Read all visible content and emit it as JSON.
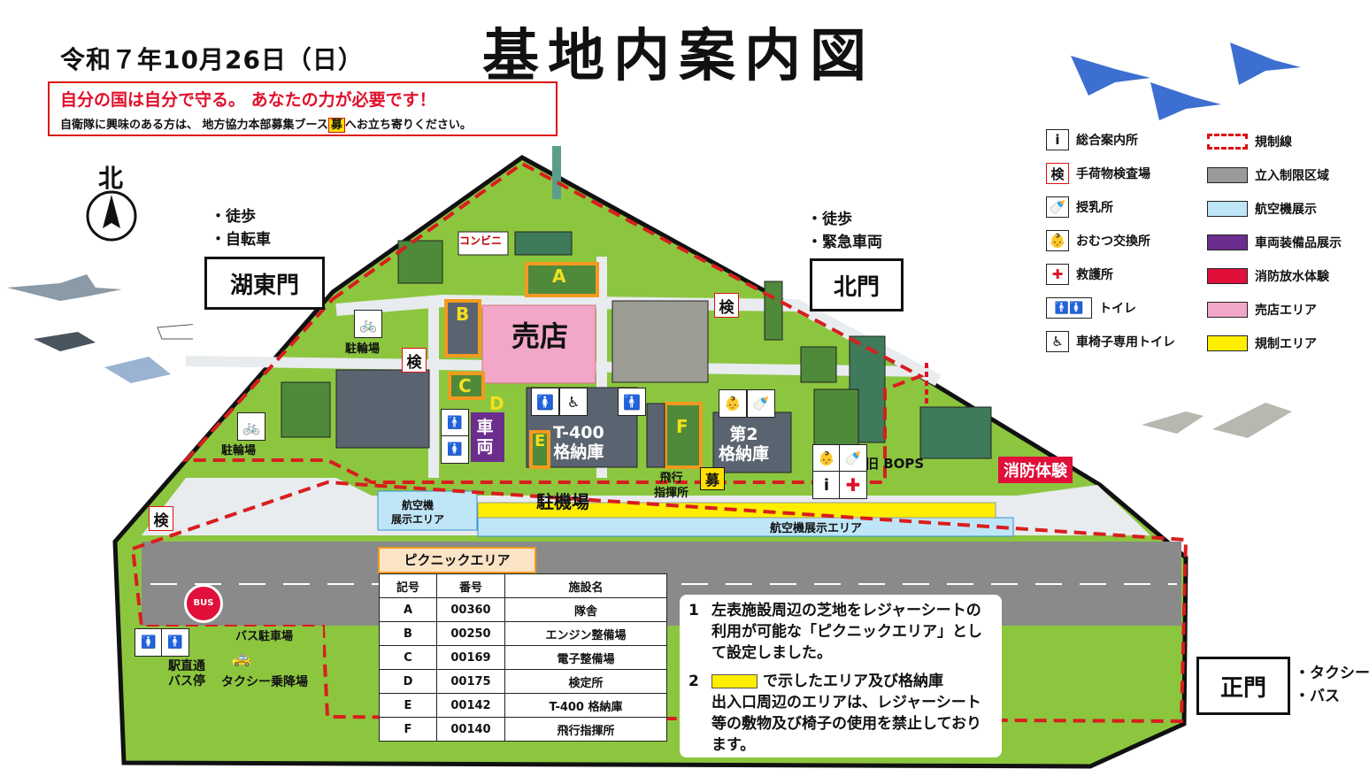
{
  "header": {
    "date": "令和７年10月26日（日）",
    "title": "基地内案内図",
    "recruit_line1": "自分の国は自分で守る。 あなたの力が必要です！",
    "recruit_line2_a": "自衛隊に興味のある方は、 地方協力本部募集ブース",
    "recruit_line2_mark": "募",
    "recruit_line2_b": "へお立ち寄りください。"
  },
  "compass": {
    "label": "北"
  },
  "gates": {
    "west": {
      "name": "湖東門",
      "access": [
        "・徒歩",
        "・自転車"
      ]
    },
    "north": {
      "name": "北門",
      "access": [
        "・徒歩",
        "・緊急車両"
      ]
    },
    "main": {
      "name": "正門",
      "access": [
        "・タクシー",
        "・バス"
      ]
    }
  },
  "map_labels": {
    "conveni": "コンビニ",
    "store": "売店",
    "bike_parking_1": "駐輪場",
    "bike_parking_2": "駐輪場",
    "vehicles": "車両",
    "t400_hangar": "T-400\n格納庫",
    "hangar2": "第2\n格納庫",
    "flight_command": "飛行\n指揮所",
    "old_bops": "旧 BOPS",
    "fire_exp": "消防体験",
    "apron": "駐機場",
    "aircraft_area_1": "航空機\n展示エリア",
    "aircraft_area_2": "航空機展示エリア",
    "picnic": "ピクニックエリア",
    "bus_parking": "バス駐車場",
    "bus_stop": "駅直通\nバス停",
    "taxi": "タクシー乗降場",
    "bus_sign": "BUS",
    "inspection": "検",
    "recruit_mark": "募",
    "letters": [
      "A",
      "B",
      "C",
      "D",
      "E",
      "F"
    ]
  },
  "legend": [
    {
      "icon": "info-icon",
      "glyph": "i",
      "label": "総合案内所"
    },
    {
      "icon": "inspection-icon",
      "glyph": "検",
      "label": "手荷物検査場"
    },
    {
      "icon": "nursing-icon",
      "glyph": "🍼",
      "label": "授乳所"
    },
    {
      "icon": "diaper-icon",
      "glyph": "👶",
      "label": "おむつ交換所"
    },
    {
      "icon": "first-aid-icon",
      "glyph": "✚",
      "label": "救護所"
    },
    {
      "icon": "restroom-icon",
      "glyph": "🚹🚺",
      "label": "トイレ"
    },
    {
      "icon": "wheelchair-icon",
      "glyph": "♿",
      "label": "車椅子専用トイレ"
    }
  ],
  "legend_swatches": [
    {
      "label": "規制線",
      "color": "#ffffff",
      "border": "#d11"
    },
    {
      "label": "立入制限区域",
      "color": "#9a9a9a"
    },
    {
      "label": "航空機展示",
      "color": "#bfe6f7"
    },
    {
      "label": "車両装備品展示",
      "color": "#6b2d8e"
    },
    {
      "label": "消防放水体験",
      "color": "#e0103a"
    },
    {
      "label": "売店エリア",
      "color": "#f2a6c8"
    },
    {
      "label": "規制エリア",
      "color": "#ffee00"
    }
  ],
  "facility_table": {
    "headers": [
      "記号",
      "番号",
      "施設名"
    ],
    "rows": [
      [
        "A",
        "00360",
        "隊舎"
      ],
      [
        "B",
        "00250",
        "エンジン整備場"
      ],
      [
        "C",
        "00169",
        "電子整備場"
      ],
      [
        "D",
        "00175",
        "検定所"
      ],
      [
        "E",
        "00142",
        "T-400 格納庫"
      ],
      [
        "F",
        "00140",
        "飛行指揮所"
      ]
    ]
  },
  "notes": {
    "n1_num": "1",
    "n1": "左表施設周辺の芝地をレジャーシートの利用が可能な「ピクニックエリア」として設定しました。",
    "n2_num": "2",
    "n2_a": "で示したエリア及び格納庫",
    "n2_b": "出入口周辺のエリアは、レジャーシート等の敷物及び椅子の使用を禁止しております。"
  },
  "colors": {
    "grass": "#8cc63f",
    "dark_grass": "#5a9e2e",
    "runway": "#8a8a8a",
    "restricted_line": "#d81e1e",
    "pavement": "#e8ecef"
  }
}
